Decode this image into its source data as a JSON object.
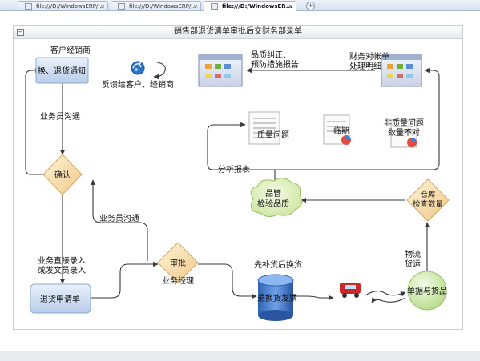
{
  "tabs": [
    {
      "label": "file:///D:/WindowsERP/..."
    },
    {
      "label": "file:///D:/WindowsERP/..."
    },
    {
      "label": "file:///D:/WindowsER..."
    }
  ],
  "tab_close": "×",
  "new_tab": "+",
  "panel": {
    "collapse": "−",
    "title": "销售部退货清单审批后交财务部录单"
  },
  "nodes": {
    "customer_dealer": "客户经销商",
    "exchange_notice": "换、退货通知",
    "feedback": "反馈给客户、经销商",
    "quality_report_l1": "品质纠正、",
    "quality_report_l2": "预防措施报告",
    "finance_l1": "财务对帐单",
    "finance_l2": "处理明细",
    "quality_issue": "质量问题",
    "expired": "临期",
    "non_quality_l1": "非质量问题",
    "non_quality_l2": "数量不对",
    "analysis_report": "分析报表",
    "qc_l1": "品管",
    "qc_l2": "检验品质",
    "warehouse_l1": "仓库",
    "warehouse_l2": "检查数量",
    "confirm": "确认",
    "sales_comm_1": "业务员沟通",
    "sales_comm_2": "业务员沟通",
    "approve": "审批",
    "sales_manager": "业务经理",
    "direct_entry_l1": "业务直接录入",
    "direct_entry_l2": "或发文员录入",
    "return_form": "退货申请单",
    "replenish": "先补货后换货",
    "invoice": "退换货发票",
    "logistics_l1": "物流",
    "logistics_l2": "货运",
    "docs_goods": "单据与货品"
  }
}
